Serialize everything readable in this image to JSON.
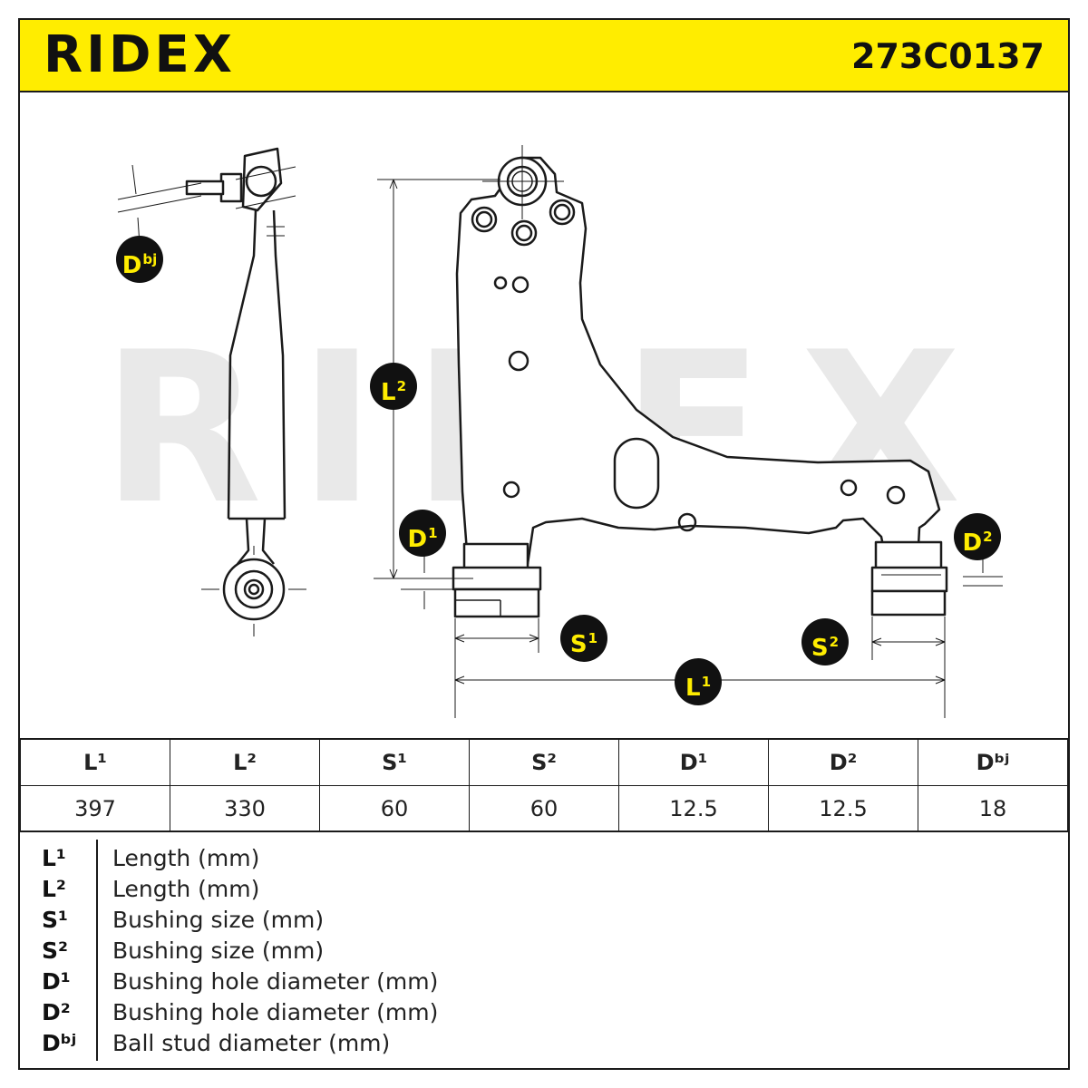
{
  "header": {
    "brand": "RIDEX",
    "part_number": "273C0137",
    "background_color": "#ffed00"
  },
  "watermark": {
    "text": "RIDEX"
  },
  "badges": [
    {
      "id": "dbj",
      "base": "D",
      "sup": "bj"
    },
    {
      "id": "l2",
      "base": "L",
      "sup": "2"
    },
    {
      "id": "d1",
      "base": "D",
      "sup": "1"
    },
    {
      "id": "d2",
      "base": "D",
      "sup": "2"
    },
    {
      "id": "s1",
      "base": "S",
      "sup": "1"
    },
    {
      "id": "s2",
      "base": "S",
      "sup": "2"
    },
    {
      "id": "l1",
      "base": "L",
      "sup": "1"
    }
  ],
  "table": {
    "headers": [
      "L¹",
      "L²",
      "S¹",
      "S²",
      "D¹",
      "D²",
      "Dᵇʲ"
    ],
    "values": [
      "397",
      "330",
      "60",
      "60",
      "12.5",
      "12.5",
      "18"
    ]
  },
  "legend": [
    {
      "code": "L¹",
      "text": "Length (mm)"
    },
    {
      "code": "L²",
      "text": "Length (mm)"
    },
    {
      "code": "S¹",
      "text": "Bushing size (mm)"
    },
    {
      "code": "S²",
      "text": "Bushing size (mm)"
    },
    {
      "code": "D¹",
      "text": "Bushing hole diameter (mm)"
    },
    {
      "code": "D²",
      "text": "Bushing hole diameter (mm)"
    },
    {
      "code": "Dᵇʲ",
      "text": "Ball stud diameter (mm)"
    }
  ]
}
